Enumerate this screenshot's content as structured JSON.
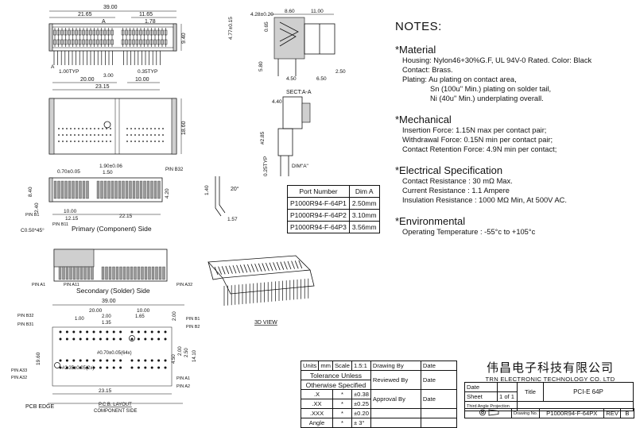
{
  "notes": {
    "title": "NOTES:",
    "material": {
      "heading": "*Material",
      "housing": "Housing: Nylon46+30%G.F, UL 94V-0 Rated. Color: Black",
      "contact": "Contact: Brass.",
      "plating": "Plating: Au plating on contact area,",
      "plating2": "Sn (100u\" Min.) plating on solder tail,",
      "plating3": "Ni (40u\" Min.) underplating overall."
    },
    "mechanical": {
      "heading": "*Mechanical",
      "insertion": "Insertion Force: 1.15N max per contact pair;",
      "withdrawal": "Withdrawal Force: 0.15N min per contact pair;",
      "retention": "Contact Retention Force: 4.9N min per contact;"
    },
    "electrical": {
      "heading": "*Electrical Specification",
      "resistance": "Contact Resistance : 30 mΩ Max.",
      "current": "Current Resistance : 1.1 Ampere",
      "insulation": "Insulation Resistance : 1000 MΩ Min, At 500V AC."
    },
    "environmental": {
      "heading": "*Environmental",
      "temp": "Operating Temperature : -55°c to +105°c"
    }
  },
  "part_table": {
    "headers": [
      "Port Number",
      "Dim A"
    ],
    "rows": [
      [
        "P1000R94-F-64P1",
        "2.50mm"
      ],
      [
        "P1000R94-F-64P2",
        "3.10mm"
      ],
      [
        "P1000R94-F-64P3",
        "3.56mm"
      ]
    ]
  },
  "views": {
    "primary": "Primary (Component) Side",
    "secondary": "Secondary (Solder) Side",
    "view3d": "3D VIEW",
    "sect": "SECT:A-A",
    "pcb_edge": "PCB EDGE",
    "pcb_layout": "P.C.B. LAYOUT",
    "component_side": "COMPONENT SIDE"
  },
  "dims": {
    "top": {
      "d39": "39.00",
      "d2165": "21.65",
      "d1165": "11.65",
      "a": "A",
      "d178": "1.78",
      "d940": "9.40",
      "d100typ": "1.00TYP",
      "d300": "3.00",
      "d035typ": "0.35TYP",
      "d2000": "20.00",
      "d1000": "10.00",
      "d2315": "23.15",
      "aa": "A"
    },
    "section": {
      "d477": "4.77±0.15",
      "d428": "4.28±0.20",
      "d860": "8.60",
      "d1100": "11.00",
      "d065": "0.65",
      "d580": "5.80",
      "d450": "4.50",
      "d650": "6.50",
      "d250": "2.50"
    },
    "front": {
      "d1860": "18.60"
    },
    "side": {
      "d440": "4.40",
      "d285": "#2.85",
      "d025": "0.25TYP",
      "dima": "DIM\"A\"",
      "d140": "1.40",
      "d20deg": "20°",
      "d157": "1.57"
    },
    "primary": {
      "d190": "1.90±0.06",
      "d150": "1.50",
      "d070": "0.70±0.05",
      "d840": "8.40",
      "d240": "2.40",
      "d1000": "10.00",
      "d1215": "12.15",
      "d2215": "22.15",
      "d420": "4.20",
      "c050": "C0.50*45°",
      "pinb32": "PIN B32",
      "pinb1": "PIN B1",
      "pinb11": "PIN B11"
    },
    "solder": {
      "pina1": "PIN A1",
      "pina11": "PIN A11",
      "pina32": "PIN A32"
    },
    "pcb": {
      "d39": "39.00",
      "d2000": "20.00",
      "d1000": "10.00",
      "d100": "1.00",
      "d200": "2.00",
      "d135": "1.35",
      "d165": "1.65",
      "d200b": "2.00",
      "d1960": "19.60",
      "hole": "#0.70±0.05(64x)",
      "hole2": "#2.35±0.05(2x)",
      "d450": "4.50",
      "d200c": "2.00",
      "d250": "2.50",
      "d1410": "14.10",
      "d2315": "23.15",
      "pinb32": "PIN B32",
      "pinb31": "PIN B31",
      "pinb1": "PIN B1",
      "pinb2": "PIN B2",
      "pina33": "PIN A33",
      "pina32": "PIN A32",
      "pina1": "PIN A1",
      "pina2": "PIN A2"
    }
  },
  "title_block": {
    "units_label": "Units",
    "units": "mm",
    "scale_label": "Scale",
    "scale": "1.5:1",
    "drawing_by": "Drawing By",
    "date1": "Date",
    "reviewed_by": "Reviewed By",
    "date2": "Date",
    "approval_by": "Approval By",
    "date3": "Date",
    "tol1": "Tolerance Unless",
    "tol2": "Otherwise Specified",
    "x": ".X",
    "x_val": "±0.38",
    "xx": ".XX",
    "xx_val": "±0.25",
    "xxx": ".XXX",
    "xxx_val": "±0.20",
    "angle": "Angle",
    "angle_val": "± 3°",
    "star": "*",
    "company_cn": "伟昌电子科技有限公司",
    "company_en": "TRN ELECTRONIC TECHNOLOGY CO. LTD",
    "date_label": "Date",
    "sheet_label": "Sheet",
    "sheet": "1 of 1",
    "title_label": "Title",
    "title": "PCI-E 64P",
    "projection": "Third Angle Projection",
    "drawing_no_label": "Drawing No.",
    "drawing_no": "P1000R94-F-64PX",
    "rev_label": "REV",
    "rev": "B"
  }
}
